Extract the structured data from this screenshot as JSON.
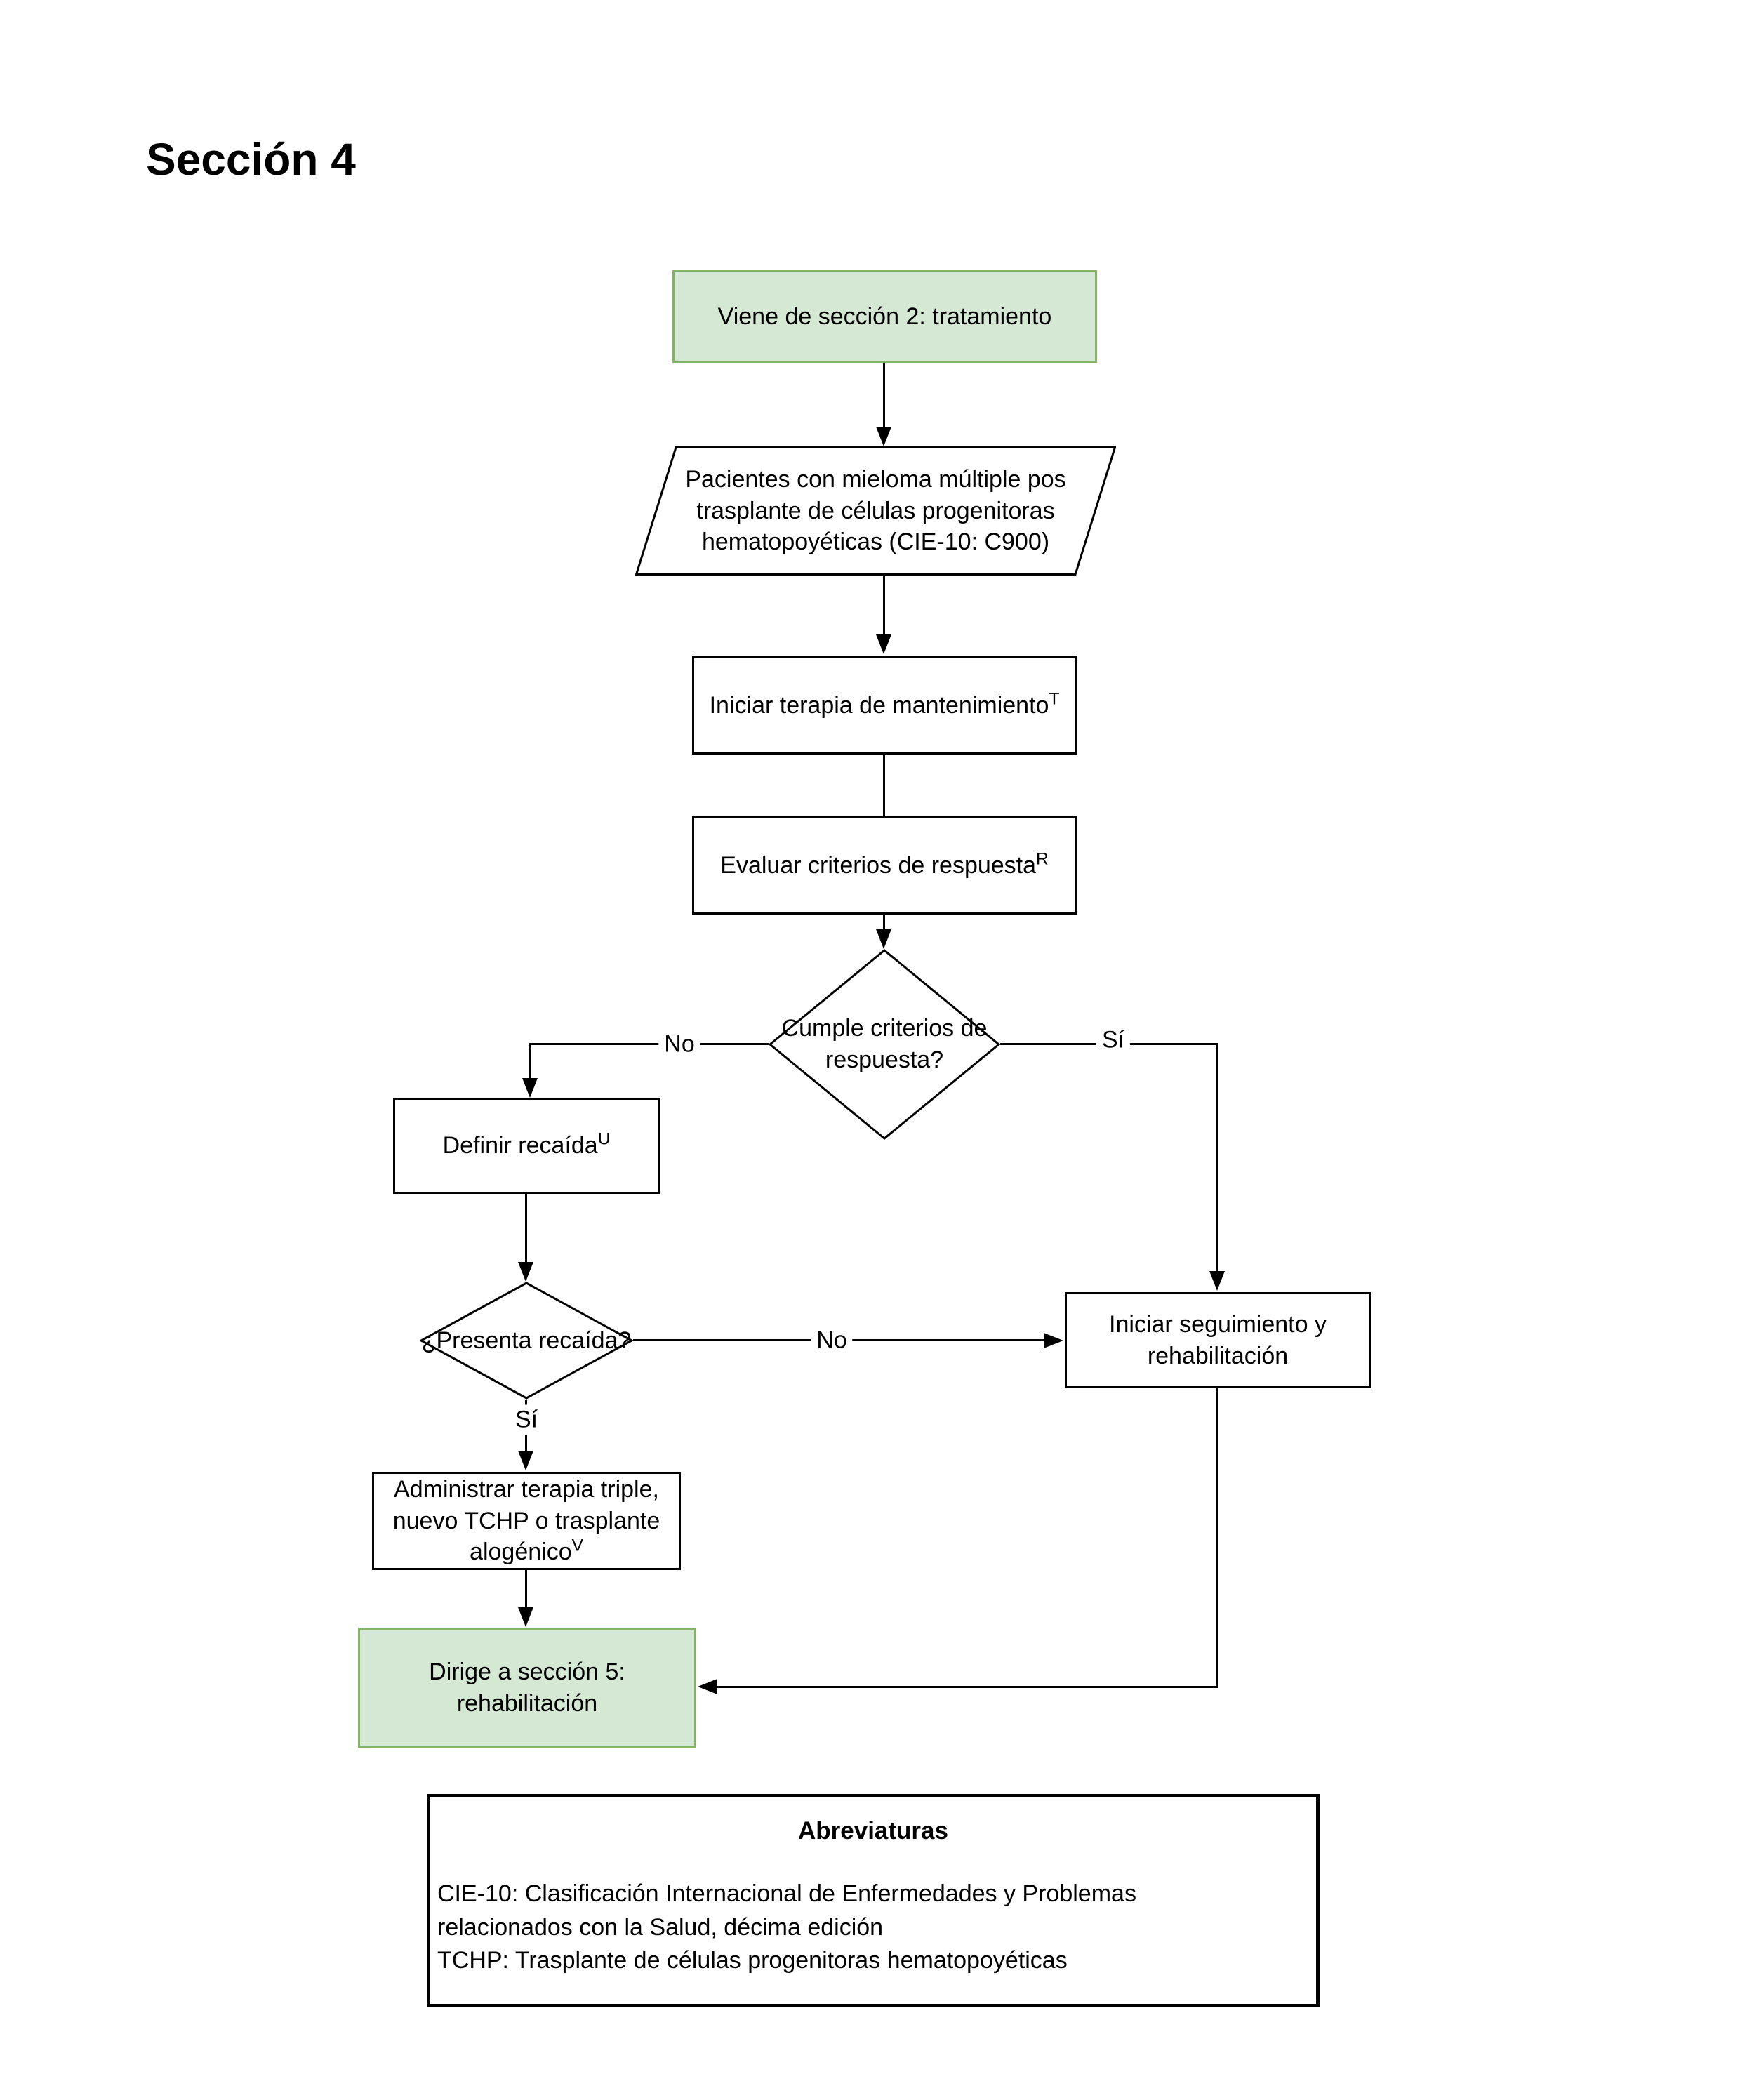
{
  "title": "Sección 4",
  "colors": {
    "background": "#ffffff",
    "terminal_fill": "#d5e8d4",
    "terminal_border": "#82b366",
    "node_fill": "#ffffff",
    "node_border": "#000000",
    "line": "#000000",
    "text": "#000000"
  },
  "nodes": {
    "start": {
      "text": "Viene de sección 2: tratamiento"
    },
    "patients": {
      "text": "Pacientes con mieloma múltiple pos trasplante de células progenitoras hematopoyéticas (CIE-10: C900)"
    },
    "maintenance": {
      "text": "Iniciar terapia de mantenimiento",
      "sup": "T"
    },
    "evaluate": {
      "text": "Evaluar criterios de respuesta",
      "sup": "R"
    },
    "criteria_decision": {
      "text": "Cumple criterios de respuesta?"
    },
    "define_relapse": {
      "text": "Definir recaída",
      "sup": "U"
    },
    "relapse_decision": {
      "text": "¿Presenta recaída?"
    },
    "followup": {
      "text": "Iniciar seguimiento y rehabilitación"
    },
    "triple_therapy": {
      "text": "Administrar terapia triple, nuevo TCHP o trasplante alogénico",
      "sup": "V"
    },
    "end": {
      "text": "Dirige a sección 5: rehabilitación"
    }
  },
  "edge_labels": {
    "criteria_no": "No",
    "criteria_yes": "Sí",
    "relapse_no": "No",
    "relapse_yes": "Sí"
  },
  "abbreviations": {
    "title": "Abreviaturas",
    "items": [
      "CIE-10: Clasificación Internacional de Enfermedades y Problemas relacionados con la Salud, décima edición",
      "TCHP: Trasplante de células progenitoras hematopoyéticas"
    ]
  }
}
